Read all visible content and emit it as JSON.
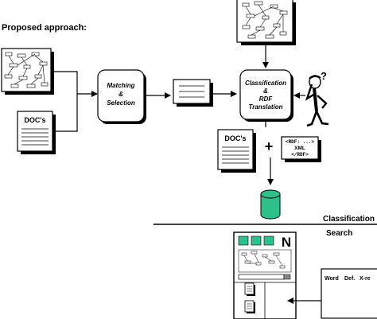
{
  "heading": "Proposed approach:",
  "nodes": {
    "matching_line1": "Matching",
    "matching_line2": "&",
    "matching_line3": "Selection",
    "classification_line1": "Classification",
    "classification_line2": "&",
    "classification_line3": "RDF",
    "classification_line4": "Translation",
    "docs_left": "DOC's",
    "docs_right": "DOC's",
    "plus": "+",
    "rdf_line1": "<RDF: ...>",
    "rdf_line2": "XML",
    "rdf_line3": "</RDF>"
  },
  "labels": {
    "classification": "Classification",
    "search": "Search",
    "thinker_question": "?",
    "browser_logo": "N"
  },
  "search_panel": {
    "columns": [
      "Word",
      "Def.",
      "X-re"
    ]
  },
  "colors": {
    "database": "#2ec08a",
    "browser_buttons": "#2ec08a",
    "ink": "#000000",
    "shadow": "#000000"
  }
}
